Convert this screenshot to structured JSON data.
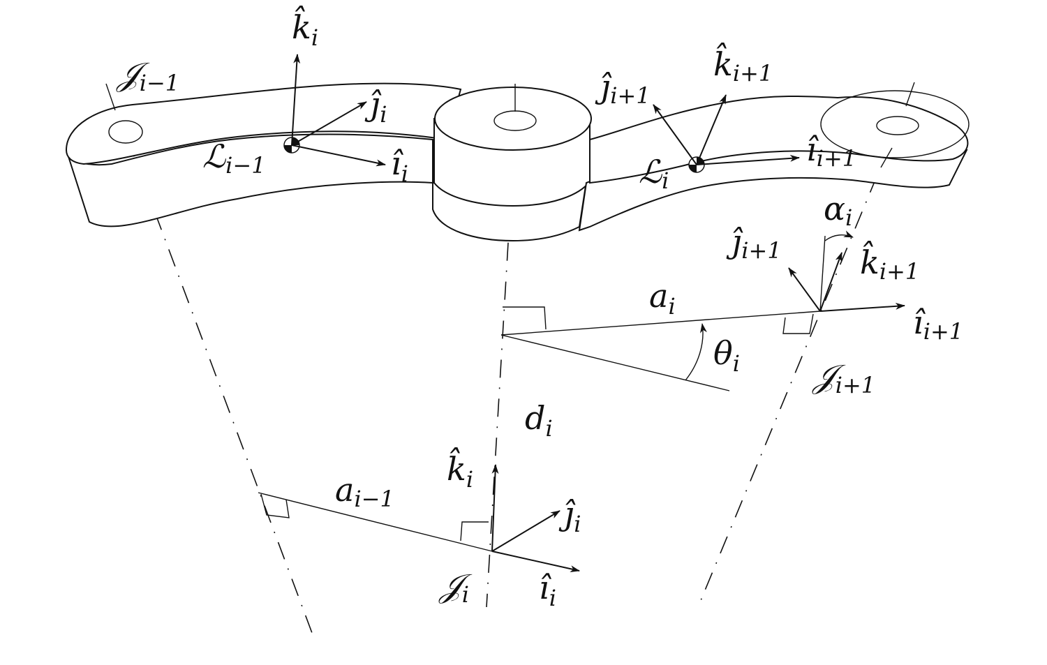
{
  "labels": {
    "J_i_minus_1": {
      "base": "𝒥",
      "sub": "i−1"
    },
    "k_i_top": {
      "base": "k̂",
      "sub": "i"
    },
    "j_i_top": {
      "base": "ĵ",
      "sub": "i"
    },
    "L_i_minus_1": {
      "base": "ℒ",
      "sub": "i−1"
    },
    "i_i_top": {
      "base": "î",
      "sub": "i"
    },
    "j_i1_top": {
      "base": "ĵ",
      "sub": "i+1"
    },
    "k_i1_top": {
      "base": "k̂",
      "sub": "i+1"
    },
    "L_i": {
      "base": "ℒ",
      "sub": "i"
    },
    "i_i1_top": {
      "base": "î",
      "sub": "i+1"
    },
    "alpha_i": {
      "base": "α",
      "sub": "i"
    },
    "j_i1_mid": {
      "base": "ĵ",
      "sub": "i+1"
    },
    "k_i1_mid": {
      "base": "k̂",
      "sub": "i+1"
    },
    "a_i": {
      "base": "a",
      "sub": "i"
    },
    "i_i1_mid": {
      "base": "î",
      "sub": "i+1"
    },
    "theta_i": {
      "base": "θ",
      "sub": "i"
    },
    "J_i1": {
      "base": "𝒥",
      "sub": "i+1"
    },
    "d_i": {
      "base": "d",
      "sub": "i"
    },
    "k_i_bot": {
      "base": "k̂",
      "sub": "i"
    },
    "a_i_minus_1": {
      "base": "a",
      "sub": "i−1"
    },
    "j_i_bot": {
      "base": "ĵ",
      "sub": "i"
    },
    "J_i": {
      "base": "𝒥",
      "sub": "i"
    },
    "i_i_bot": {
      "base": "î",
      "sub": "i"
    }
  }
}
